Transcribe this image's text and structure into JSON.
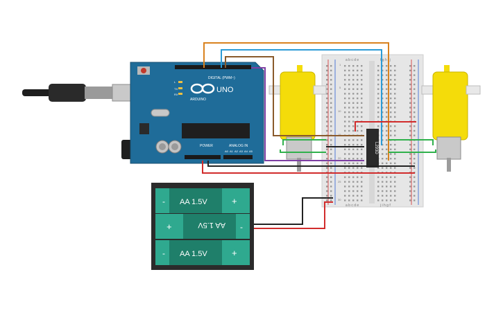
{
  "arduino": {
    "brand": "ARDUINO",
    "model": "UNO",
    "digital_label": "DIGITAL (PWM~)",
    "power_label": "POWER",
    "analog_label": "ANALOG IN",
    "analog_pins": [
      "A0",
      "A1",
      "A2",
      "A3",
      "A4",
      "A5"
    ],
    "led_labels": [
      "TX",
      "RX"
    ],
    "led_l": "L"
  },
  "breadboard": {
    "column_letters_left": "a b c d e",
    "column_letters_right": "f g h i j",
    "column_letters_right_flipped": "j i h g f",
    "row_numbers": [
      "1",
      "5",
      "10",
      "15",
      "20",
      "25",
      "30"
    ]
  },
  "chip": {
    "label": "L293D"
  },
  "battery_pack": {
    "cells": [
      {
        "label": "AA 1.5V",
        "minus": "-",
        "plus": "+",
        "flipped": false
      },
      {
        "label": "AA 1.5V",
        "minus": "-",
        "plus": "+",
        "flipped": true
      },
      {
        "label": "AA 1.5V",
        "minus": "-",
        "plus": "+",
        "flipped": false
      }
    ]
  },
  "colors": {
    "board_blue": "#1f6c99",
    "breadboard": "#e6e6e6",
    "motor_yellow": "#f4dc0a",
    "wire_orange": "#d9821e",
    "wire_blue": "#2b9bd6",
    "wire_brown": "#8a5a2b",
    "wire_purple": "#7e3fa3",
    "wire_red": "#d12b2b",
    "wire_green": "#2fb14b",
    "wire_black": "#222222",
    "battery_teal": "#2fa98f"
  }
}
